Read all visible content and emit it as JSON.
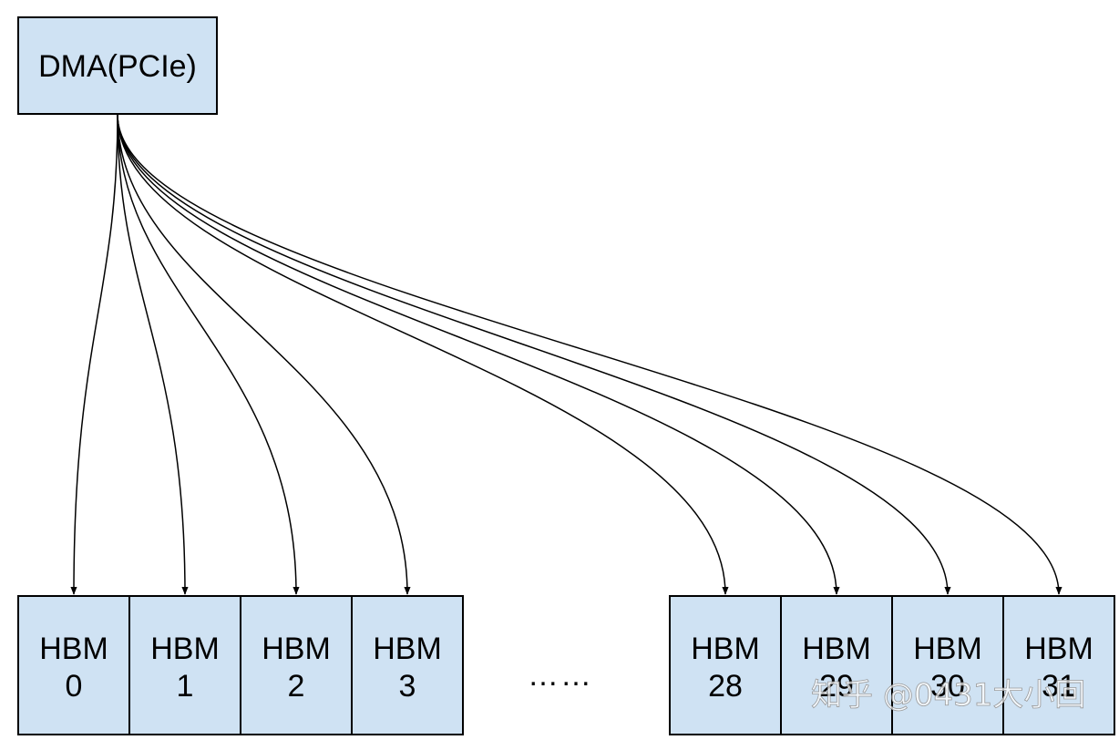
{
  "source": {
    "label": "DMA(PCIe)"
  },
  "targets": [
    {
      "line1": "HBM",
      "line2": "0"
    },
    {
      "line1": "HBM",
      "line2": "1"
    },
    {
      "line1": "HBM",
      "line2": "2"
    },
    {
      "line1": "HBM",
      "line2": "3"
    },
    {
      "line1": "HBM",
      "line2": "28"
    },
    {
      "line1": "HBM",
      "line2": "29"
    },
    {
      "line1": "HBM",
      "line2": "30"
    },
    {
      "line1": "HBM",
      "line2": "31"
    }
  ],
  "ellipsis": "……",
  "watermark": "知乎 @0431大小回",
  "colors": {
    "box_fill": "#cfe2f3",
    "stroke": "#000000",
    "background": "#ffffff"
  }
}
